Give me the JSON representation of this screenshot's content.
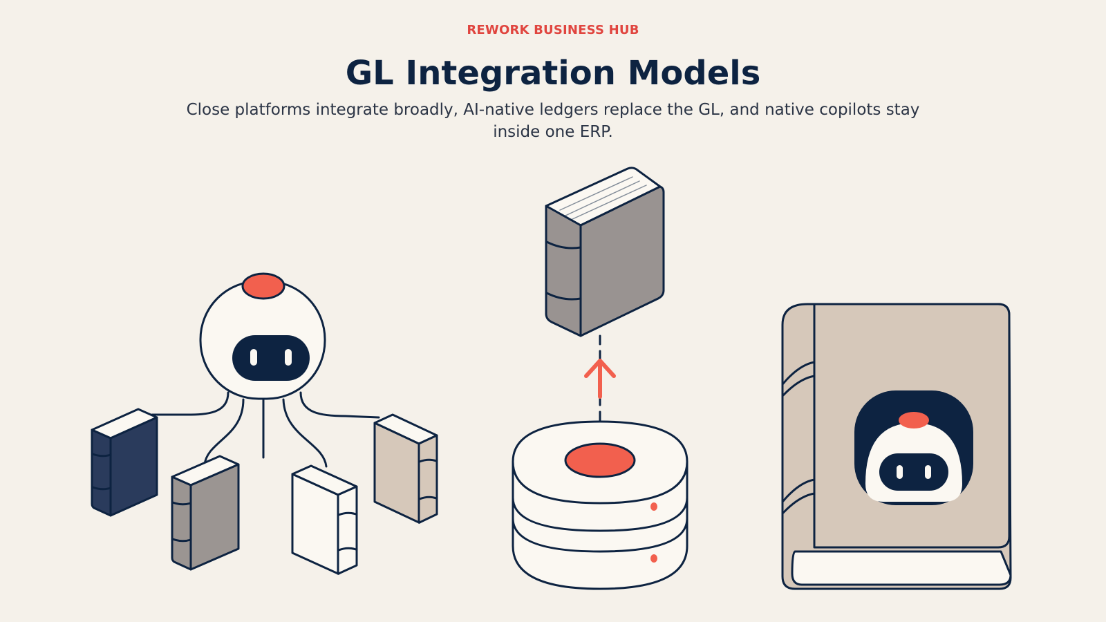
{
  "header": {
    "eyebrow": "REWORK BUSINESS HUB",
    "title": "GL Integration Models",
    "subtitle": "Close platforms integrate broadly, AI-native ledgers replace the GL, and native copilots stay inside one ERP."
  },
  "illustrations": [
    {
      "id": "broad-integration",
      "icons": [
        "robot-icon",
        "ledger-book-icon"
      ],
      "book_colors": [
        "#2a3b5c",
        "#9b9592",
        "#fbf8f2",
        "#d6c8ba"
      ]
    },
    {
      "id": "ai-native-ledger",
      "icons": [
        "database-icon",
        "ledger-book-icon",
        "arrow-up-icon"
      ],
      "book_color": "#999391"
    },
    {
      "id": "native-copilot",
      "icons": [
        "ledger-book-icon",
        "robot-icon"
      ],
      "book_color": "#d6c8ba"
    }
  ],
  "colors": {
    "background": "#f5f1ea",
    "accent": "#f2604e",
    "navy": "#0d2341",
    "eyebrow": "#e0453f"
  }
}
